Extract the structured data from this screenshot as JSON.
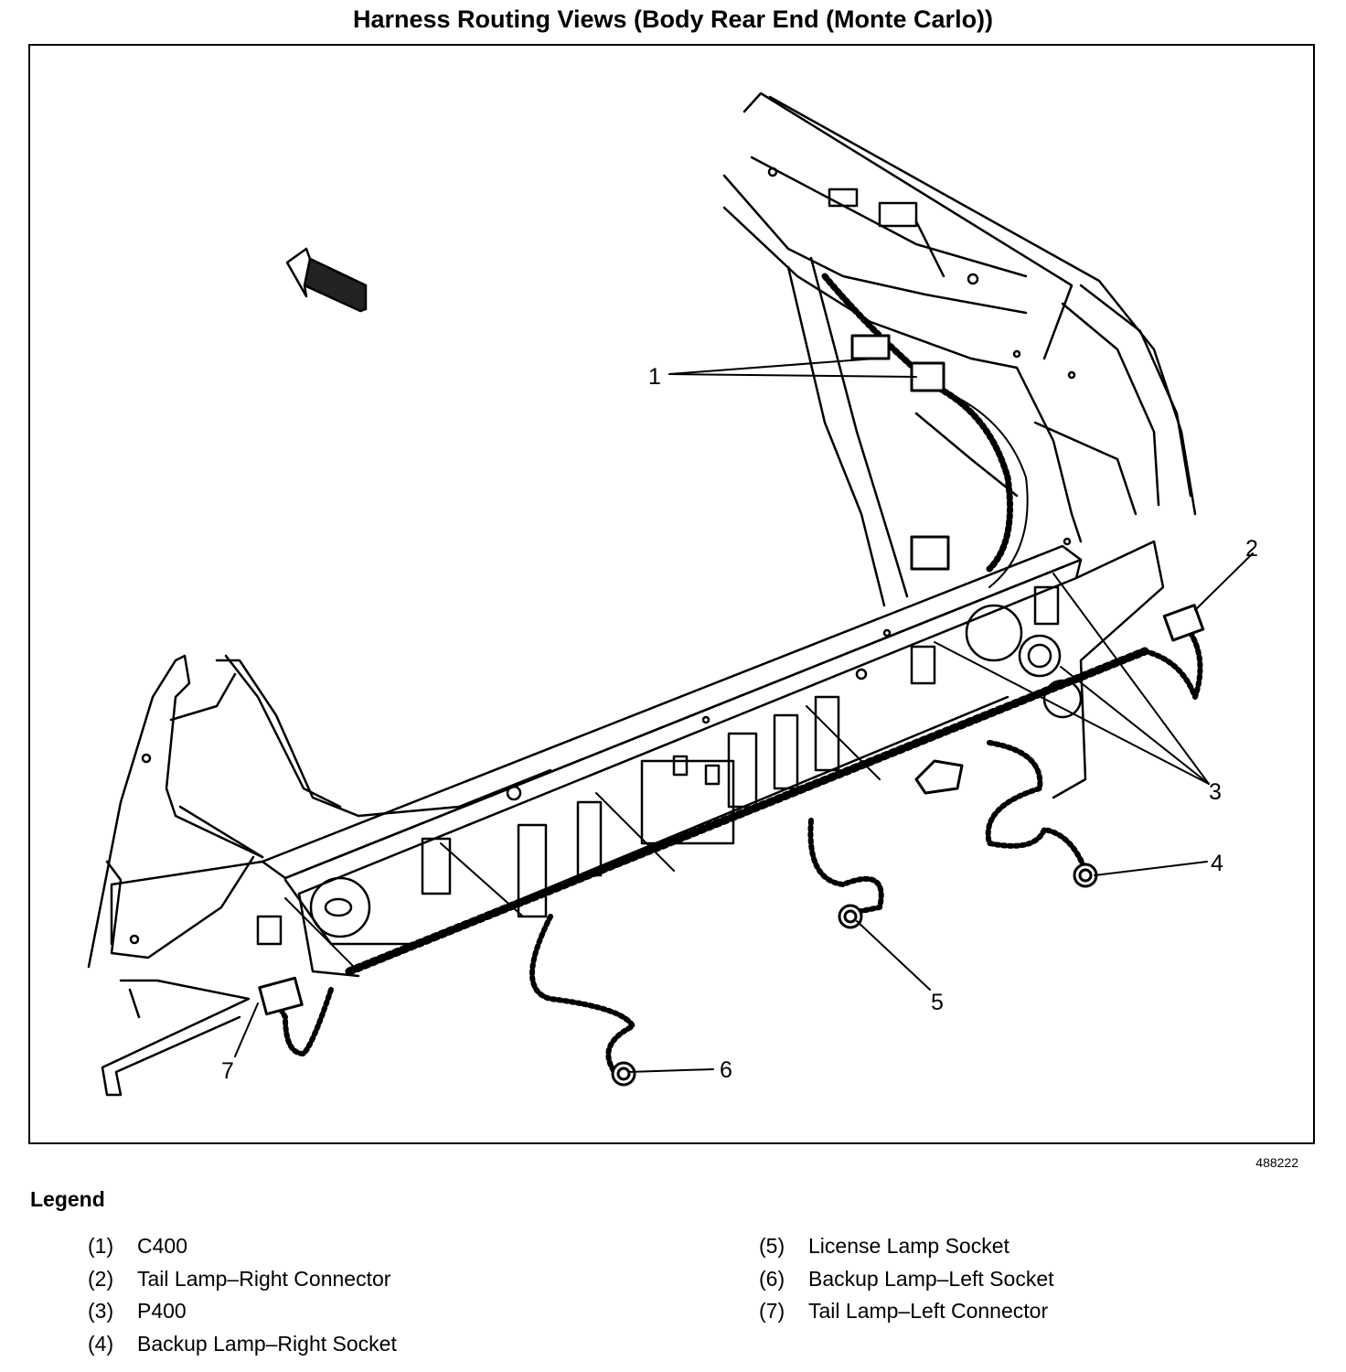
{
  "title": "Harness Routing Views (Body Rear End (Monte Carlo))",
  "figure_id": "488222",
  "legend": {
    "heading": "Legend",
    "items_left": [
      {
        "num": "(1)",
        "label": "C400"
      },
      {
        "num": "(2)",
        "label": "Tail Lamp–Right Connector"
      },
      {
        "num": "(3)",
        "label": "P400"
      },
      {
        "num": "(4)",
        "label": "Backup Lamp–Right Socket"
      }
    ],
    "items_right": [
      {
        "num": "(5)",
        "label": "License Lamp Socket"
      },
      {
        "num": "(6)",
        "label": "Backup Lamp–Left Socket"
      },
      {
        "num": "(7)",
        "label": "Tail Lamp–Left Connector"
      }
    ]
  },
  "callouts": [
    "1",
    "2",
    "3",
    "4",
    "5",
    "6",
    "7"
  ]
}
